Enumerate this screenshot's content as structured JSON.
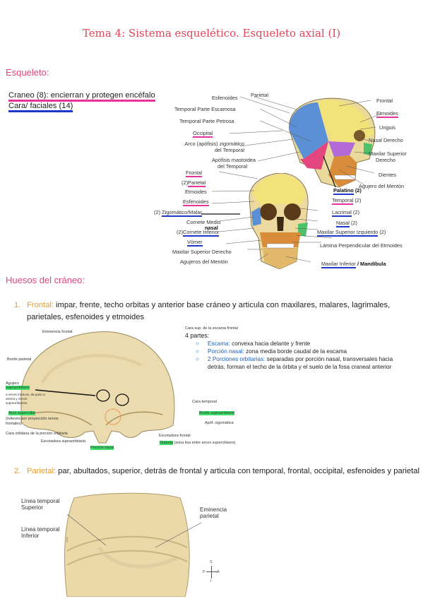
{
  "title": "Tema 4:  Sistema esquelético. Esqueleto axial (I)",
  "sections": {
    "esqueleto_heading": "Esqueleto:",
    "craneo_line": "Craneo (8): encierran y protegen encéfalo",
    "cara_line": "Cara/ faciales (14)",
    "huesos_heading": "Huesos del cráneo:"
  },
  "skull_lateral_labels": {
    "parietal": "Parietal",
    "esfenoides": "Esfenoides",
    "frontal": "Frontal",
    "temporal_escamosa": "Temporal Parte Escamosa",
    "temporal_petrosa": "Temporal Parte Petrosa",
    "etmoides": "Etmoides",
    "occipital": "Occipital",
    "unguis": "Unguis",
    "arco": "Arco (apófisis) zigomático",
    "arco2": "del Temporal",
    "nasal_derecho": "Nasal Derecho",
    "apofisis": "Apófisis mastoidea",
    "apofisis2": "del Temporal",
    "maxilar_sup": "Maxilar Superior",
    "maxilar_sup2": "Derecho",
    "dientes": "Dientes",
    "agujero_menton": "Agujero del Mentón",
    "palatino": "Palatino",
    "palatino_count": "(2)"
  },
  "skull_frontal_labels": {
    "frontal": "Frontal",
    "parietal": "Parietal",
    "parietal_count": "(2)",
    "etmoides": "Etmoides",
    "esfenoides": "Esfenoides",
    "cigomatico": "Zigomático/Malar",
    "cigomatico_count": "(2)",
    "cornete_medio": "Cornete Medio",
    "vomer": "Vómer",
    "maxilar_derecho": "Maxilar Superior Derecho",
    "agujeros": "Agujeros del Mentón",
    "temporal": "Temporal",
    "temporal_count": "(2)",
    "lacrimal": "Lacrimal",
    "lacrimal_count": "(2)",
    "nasal": "Nasal",
    "nasal_count": "(2)",
    "maxilar_izq": "Maxilar Superior Izquierdo",
    "maxilar_izq_count": "(2)",
    "lamina": "Lámina Perpendicular del Etmoides",
    "maxilar_inf": "Maxilar Inferior",
    "mandibula": "/ Mandíbula",
    "cornete_inf": "Cornete Inferior",
    "cornete_inf_count": "(2)",
    "nasal_hand": "nasal"
  },
  "frontal_bone": {
    "num": "1.",
    "name": "Frontal:",
    "desc": " impar, frente, techo orbitas y anterior base cráneo y articula con maxilares, malares, lagrimales, parietales, esfenoides y etmoides",
    "parts_title": "4 partes:",
    "parts": [
      {
        "key": "Escama:",
        "text": " convexa hacia delante y frente"
      },
      {
        "key": "Porción nasal:",
        "text": " zona media borde caudal de la escama"
      },
      {
        "key": "2 Porciones orbitarias:",
        "text": " separadas por porción nasal, transversales hacia detrás, forman el techo de la órbita y el suelo de la fosa craneal anterior"
      }
    ],
    "img_labels": {
      "eminencia": "Eminencia frontal",
      "cara_sup": "Cara sup. de la escama frontal",
      "borde_parietal": "Borde parietal",
      "agujero": "Agujero",
      "agujero2": "supraorbitario",
      "agujero_note": "a veces incisura, da paso a arteria y nervio supraorbitarios",
      "arco": "Arco superciliar",
      "arco_note": "(relieves por proyección senos frontales)",
      "cara_orbitaria": "Cara orbitaria de la porción orbitaria",
      "escotadura_sup": "Escotadura supraorbitaria",
      "porcion_nasal": "Porción nasal",
      "cara_temporal": "Cara temporal",
      "borde_sup": "Borde supraorbitario",
      "apof_cig": "Apóf. cigomática",
      "escot_frontal": "Escotadura frontal",
      "glabela": "Glabela",
      "glabela_note": " (zona lisa entre arcos superciliares)"
    }
  },
  "parietal_bone": {
    "num": "2.",
    "name": "Parietal:",
    "desc": " par, abultados, superior, detrás de frontal y articula con temporal, frontal, occipital, esfenoides y parietal",
    "img_labels": {
      "linea_sup": "Línea temporal",
      "linea_sup2": "Superior",
      "linea_inf": "Línea temporal",
      "linea_inf2": "Inferior",
      "eminencia": "Eminencia",
      "eminencia2": "parietal"
    },
    "compass": {
      "s": "S",
      "p": "P",
      "a": "A",
      "i": "I"
    }
  }
}
